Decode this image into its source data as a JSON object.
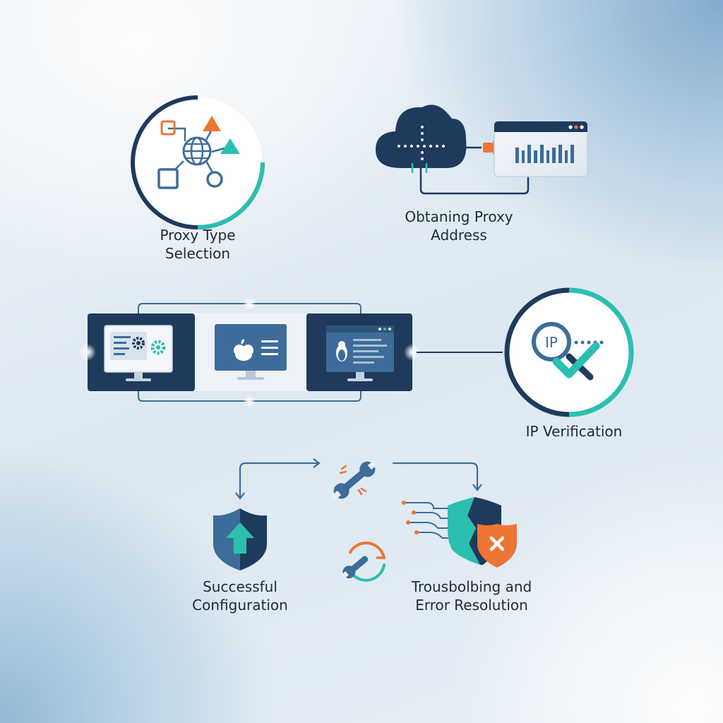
{
  "steps": {
    "proxy_type": {
      "line1": "Proxy Type",
      "line2": "Selection"
    },
    "obtaining": {
      "line1": "Obtaning Proxy",
      "line2": "Address"
    },
    "ip_verification": {
      "line1": "IP Verification"
    },
    "success": {
      "line1": "Successful",
      "line2": "Configuration"
    },
    "troubleshooting": {
      "line1": "Trousbolbing and",
      "line2": "Error Resolution"
    }
  },
  "badges": {
    "ip_text": "IP"
  },
  "colors": {
    "navy": "#1e3a5c",
    "blue": "#3d6c9a",
    "teal": "#2bbfb0",
    "orange": "#ee7534",
    "text": "#1f2a36"
  },
  "icons": [
    "network-globe-icon",
    "cloud-icon",
    "browser-window-icon",
    "plug-cable-icon",
    "windows-monitor-icon",
    "apple-monitor-icon",
    "linux-monitor-icon",
    "magnifier-check-icon",
    "wrench-icon",
    "shield-arrow-up-icon",
    "cracked-shield-icon",
    "error-shield-icon",
    "refresh-wrench-icon"
  ]
}
